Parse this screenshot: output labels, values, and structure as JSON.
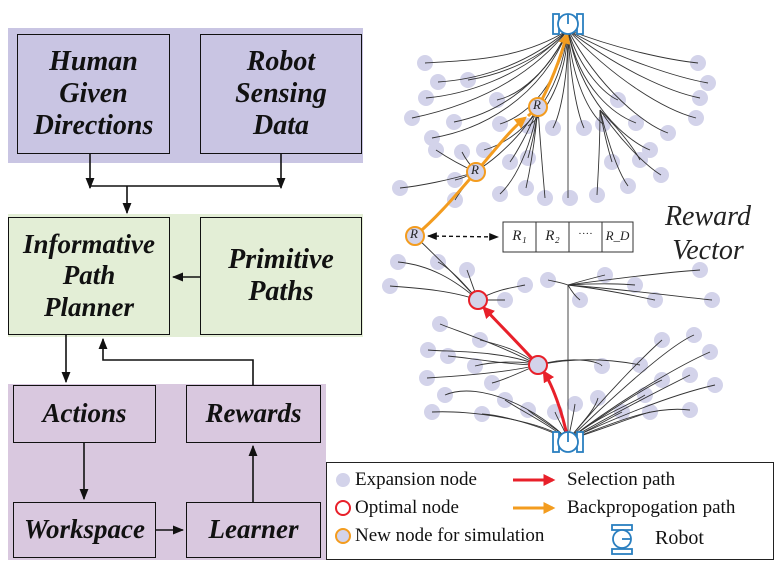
{
  "flowchart": {
    "human_given_directions": "Human\nGiven\nDirections",
    "robot_sensing_data": "Robot\nSensing\nData",
    "informative_path_planner": "Informative\nPath\nPlanner",
    "primitive_paths": "Primitive\nPaths",
    "actions": "Actions",
    "rewards": "Rewards",
    "workspace": "Workspace",
    "learner": "Learner"
  },
  "tree": {
    "node_label": "R",
    "reward_vector_cells": [
      "R₁",
      "R₂",
      "····",
      "R_D"
    ],
    "reward_vector_title": "Reward\nVector"
  },
  "legend": {
    "expansion_node": "Expansion node",
    "optimal_node": "Optimal node",
    "new_node": "New node for simulation",
    "selection_path": "Selection path",
    "backpropagation_path": "Backpropogation path",
    "robot": "Robot"
  },
  "colors": {
    "purple_panel": "#c9c5e3",
    "green_panel": "#e3eed6",
    "lilac_panel": "#d9c8df",
    "expansion_node": "#d3d3ea",
    "selection_path": "#e8202a",
    "backpropagation_path": "#f39c1f",
    "robot": "#2a7fc0"
  }
}
